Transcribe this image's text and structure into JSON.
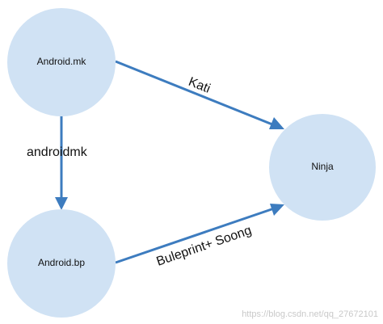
{
  "nodes": {
    "android_mk": {
      "label": "Android.mk"
    },
    "android_bp": {
      "label": "Android.bp"
    },
    "ninja": {
      "label": "Ninja"
    }
  },
  "edges": {
    "mk_to_ninja": {
      "label": "Kati"
    },
    "mk_to_bp": {
      "label": "androidmk"
    },
    "bp_to_ninja": {
      "label": "Buleprint+ Soong"
    }
  },
  "watermark": "https://blog.csdn.net/qq_27672101",
  "colors": {
    "node_fill": "#d0e2f4",
    "edge": "#3d7cbf",
    "text": "#111111",
    "watermark": "#c9c9c9"
  }
}
